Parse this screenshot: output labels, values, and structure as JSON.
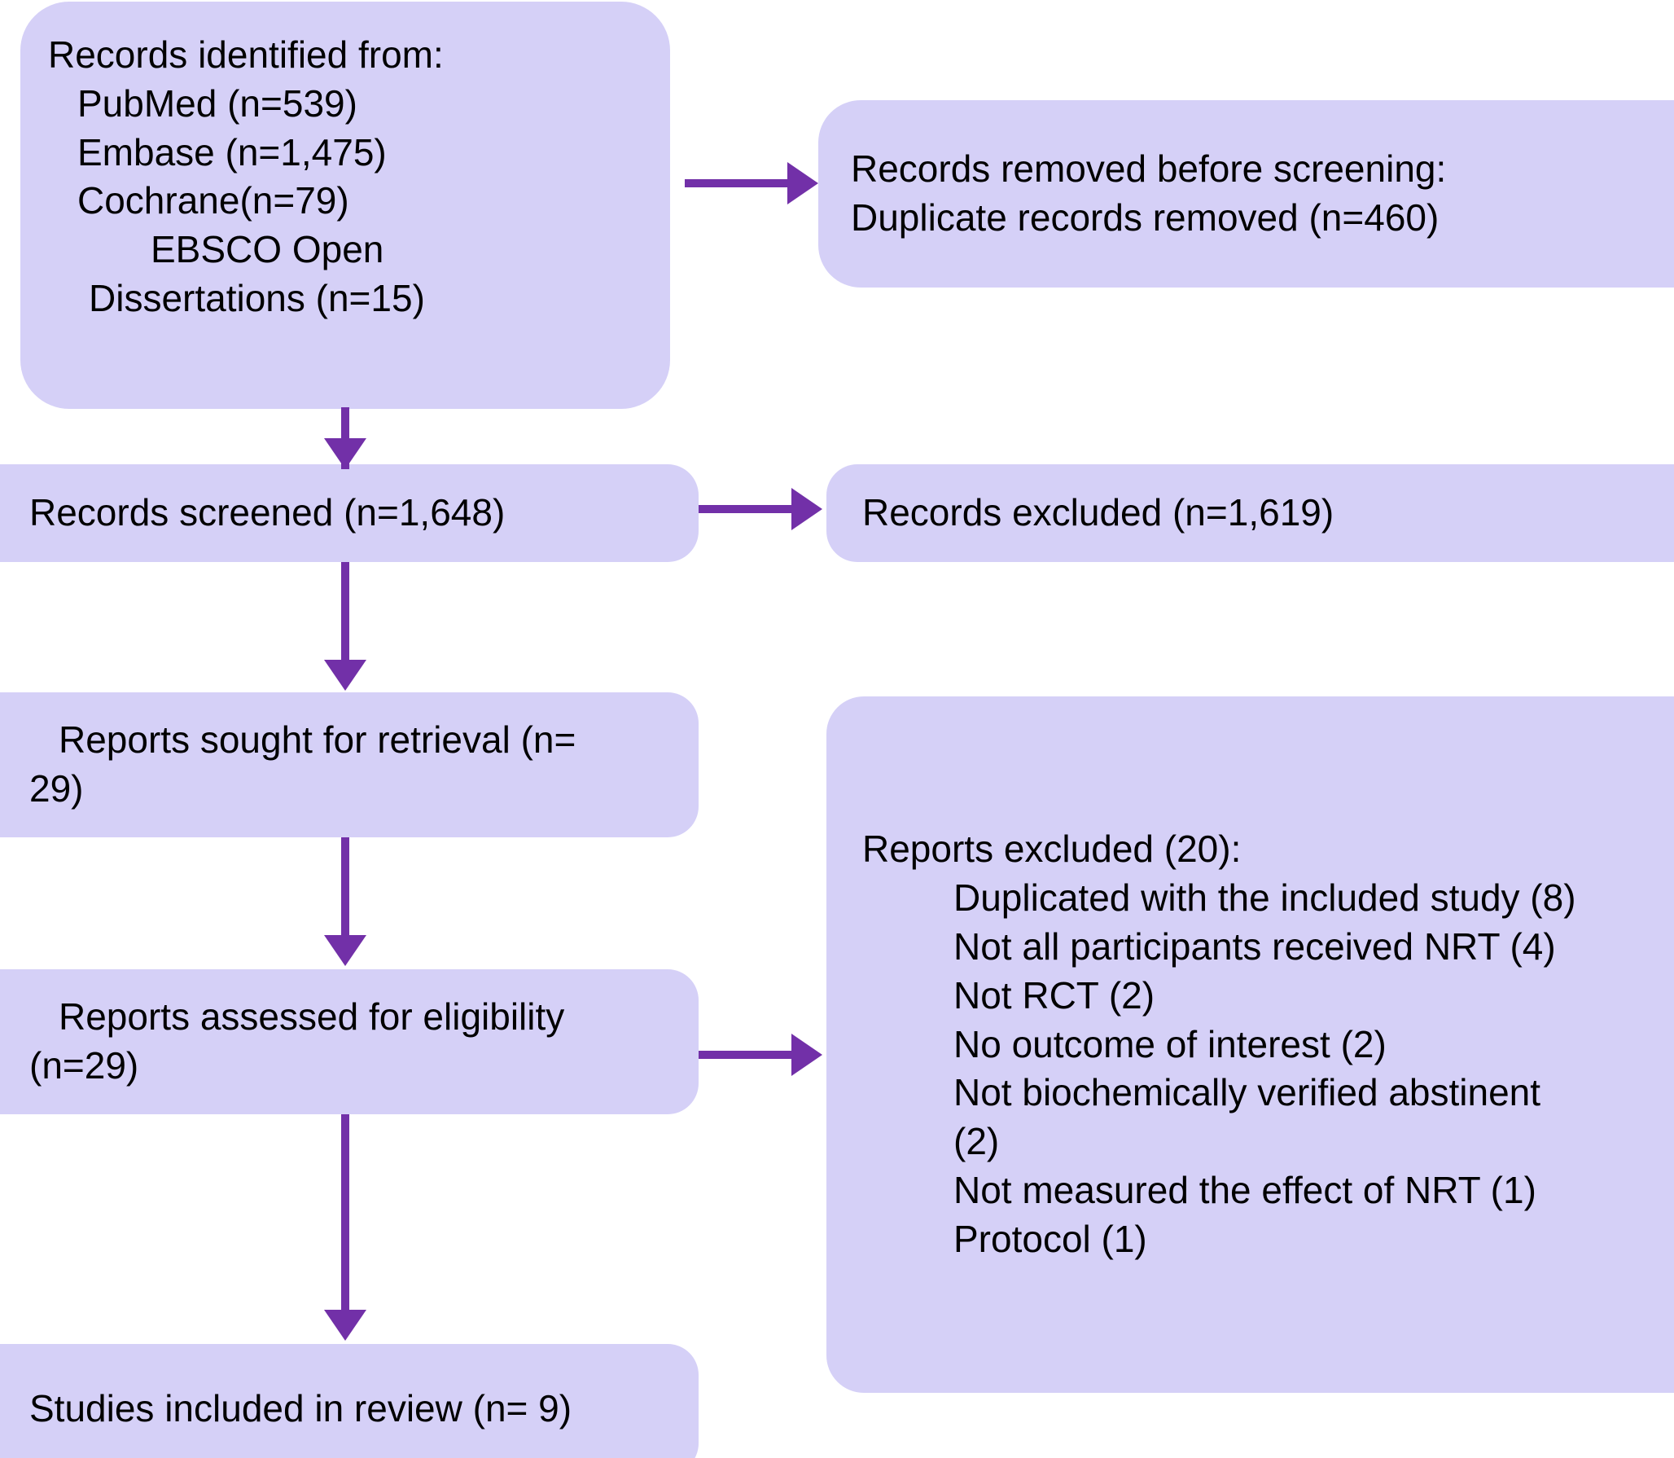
{
  "diagram": {
    "type": "prisma-flow-diagram",
    "accent_color": "#7230a8",
    "box_fill_color": "#d5d0f7",
    "text_color": "#000000"
  },
  "nodes": {
    "identified": {
      "name": "records-identified-from",
      "lines": [
        "Records identified from:",
        "PubMed (n=539)",
        "Embase (n=1,475)",
        "Cochrane(n=79)",
        "EBSCO Open",
        "Dissertations (n=15)"
      ],
      "heading": "Records identified from:",
      "sources": [
        {
          "label": "PubMed",
          "n": "539",
          "text": "PubMed (n=539)"
        },
        {
          "label": "Embase",
          "n": "1,475",
          "text": "Embase (n=1,475)"
        },
        {
          "label": "Cochrane",
          "n": "79",
          "text": "Cochrane(n=79)"
        },
        {
          "label": "EBSCO Open Dissertations",
          "n": "15",
          "text_line1": "EBSCO Open",
          "text_line2": "Dissertations (n=15)"
        }
      ]
    },
    "removed_before_screening": {
      "name": "records-removed-before-screening",
      "line1": "Records removed before screening:",
      "line2": "Duplicate records removed (n=460)",
      "duplicates_n": "460"
    },
    "screened": {
      "name": "records-screened",
      "text": "Records screened (n=1,648)",
      "n": "1,648"
    },
    "records_excluded": {
      "name": "records-excluded",
      "text": "Records excluded (n=1,619)",
      "n": "1,619"
    },
    "sought_for_retrieval": {
      "name": "reports-sought-for-retrieval",
      "line1": "Reports sought for retrieval (n=",
      "line2": "29)",
      "n": "29"
    },
    "assessed_for_eligibility": {
      "name": "reports-assessed-for-eligibility",
      "line1": "Reports assessed for eligibility",
      "line2": "(n=29)",
      "n": "29"
    },
    "reports_excluded": {
      "name": "reports-excluded",
      "heading": "Reports excluded (20):",
      "total": "20",
      "reasons": [
        {
          "text": "Duplicated with the included study (8)",
          "count": "8"
        },
        {
          "text": "Not all participants received NRT (4)",
          "count": "4"
        },
        {
          "text": "Not RCT (2)",
          "count": "2"
        },
        {
          "text": "No outcome of interest (2)",
          "count": "2"
        },
        {
          "text_line1": "Not biochemically verified abstinent",
          "text_line2": "(2)",
          "count": "2"
        },
        {
          "text": "Not measured the effect of NRT (1)",
          "count": "1"
        },
        {
          "text": "Protocol (1)",
          "count": "1"
        }
      ]
    },
    "included": {
      "name": "studies-included-in-review",
      "text": "Studies included in review (n= 9)",
      "n": "9"
    }
  },
  "connectors": [
    {
      "name": "identified-to-removed",
      "direction": "right"
    },
    {
      "name": "identified-to-screened",
      "direction": "down"
    },
    {
      "name": "screened-to-records-excluded",
      "direction": "right"
    },
    {
      "name": "screened-to-sought",
      "direction": "down"
    },
    {
      "name": "sought-to-assessed",
      "direction": "down"
    },
    {
      "name": "assessed-to-reports-excluded",
      "direction": "right"
    },
    {
      "name": "assessed-to-included",
      "direction": "down"
    }
  ]
}
